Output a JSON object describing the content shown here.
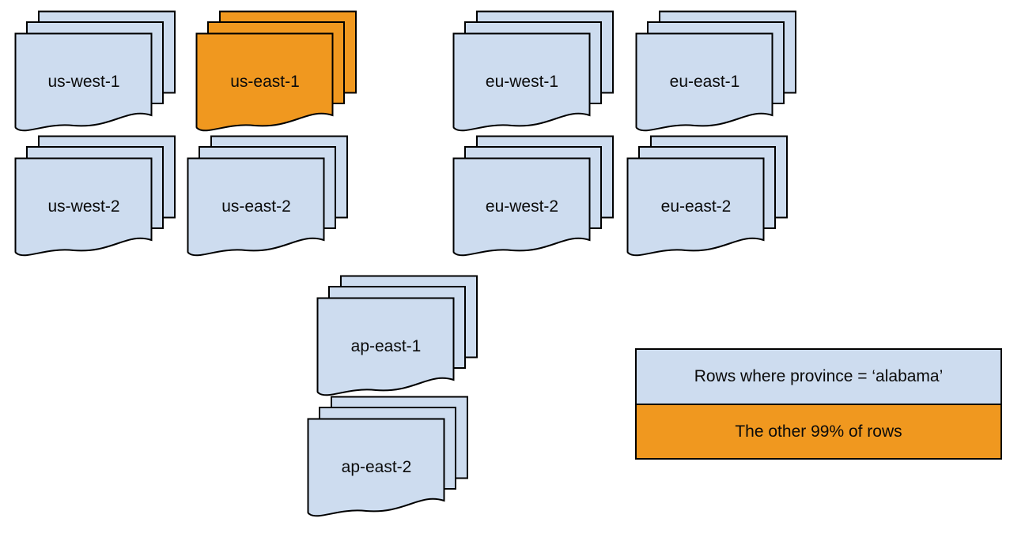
{
  "diagram": {
    "colors": {
      "blue": "#cddcef",
      "orange": "#f0981f",
      "stroke": "#000000",
      "background": "#ffffff",
      "text": "#0b0b0b"
    },
    "stacks": [
      {
        "id": "us-west-1",
        "label": "us-west-1",
        "fill": "blue"
      },
      {
        "id": "us-east-1",
        "label": "us-east-1",
        "fill": "orange"
      },
      {
        "id": "eu-west-1",
        "label": "eu-west-1",
        "fill": "blue"
      },
      {
        "id": "eu-east-1",
        "label": "eu-east-1",
        "fill": "blue"
      },
      {
        "id": "us-west-2",
        "label": "us-west-2",
        "fill": "blue"
      },
      {
        "id": "us-east-2",
        "label": "us-east-2",
        "fill": "blue"
      },
      {
        "id": "eu-west-2",
        "label": "eu-west-2",
        "fill": "blue"
      },
      {
        "id": "eu-east-2",
        "label": "eu-east-2",
        "fill": "blue"
      },
      {
        "id": "ap-east-1",
        "label": "ap-east-1",
        "fill": "blue"
      },
      {
        "id": "ap-east-2",
        "label": "ap-east-2",
        "fill": "blue"
      }
    ],
    "legend": {
      "items": [
        {
          "label": "Rows where province = ‘alabama’",
          "fill": "blue"
        },
        {
          "label": "The other 99% of rows",
          "fill": "orange"
        }
      ]
    }
  }
}
